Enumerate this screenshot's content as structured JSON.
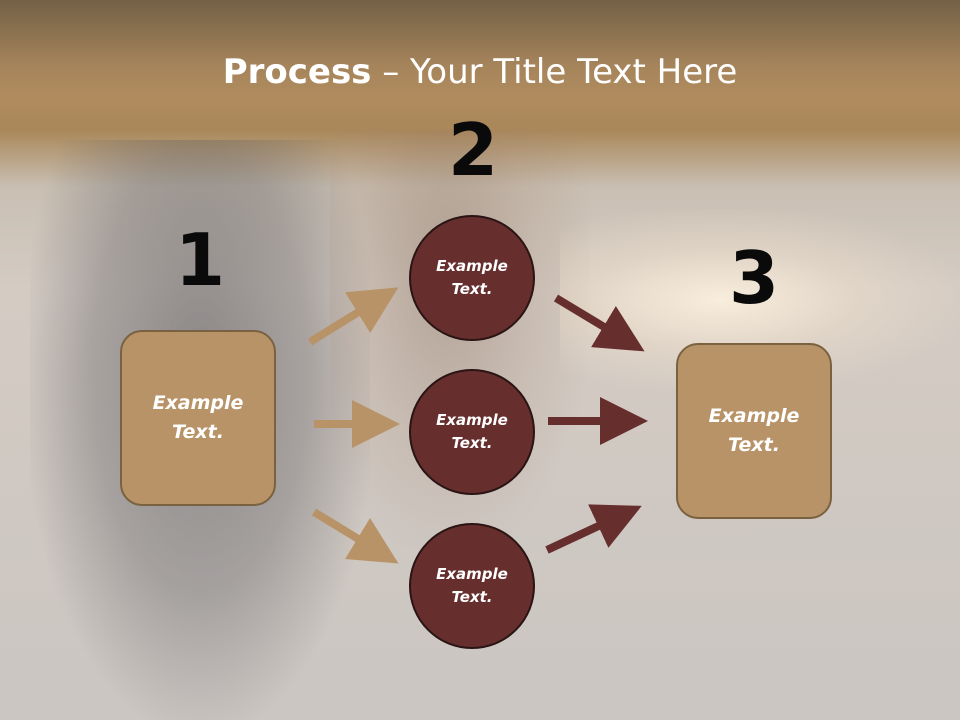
{
  "title": {
    "bold": "Process",
    "rest": " – Your Title Text Here"
  },
  "steps": {
    "one": "1",
    "two": "2",
    "three": "3"
  },
  "left_box": {
    "text": "Example\nText."
  },
  "circles": [
    {
      "text": "Example\nText."
    },
    {
      "text": "Example\nText."
    },
    {
      "text": "Example\nText."
    }
  ],
  "right_box": {
    "text": "Example\nText."
  },
  "colors": {
    "box_fill": "#b89368",
    "circle_fill": "#672e2e",
    "arrow_tan": "#b89368",
    "arrow_maroon": "#672e2e",
    "title": "#ffffff"
  }
}
